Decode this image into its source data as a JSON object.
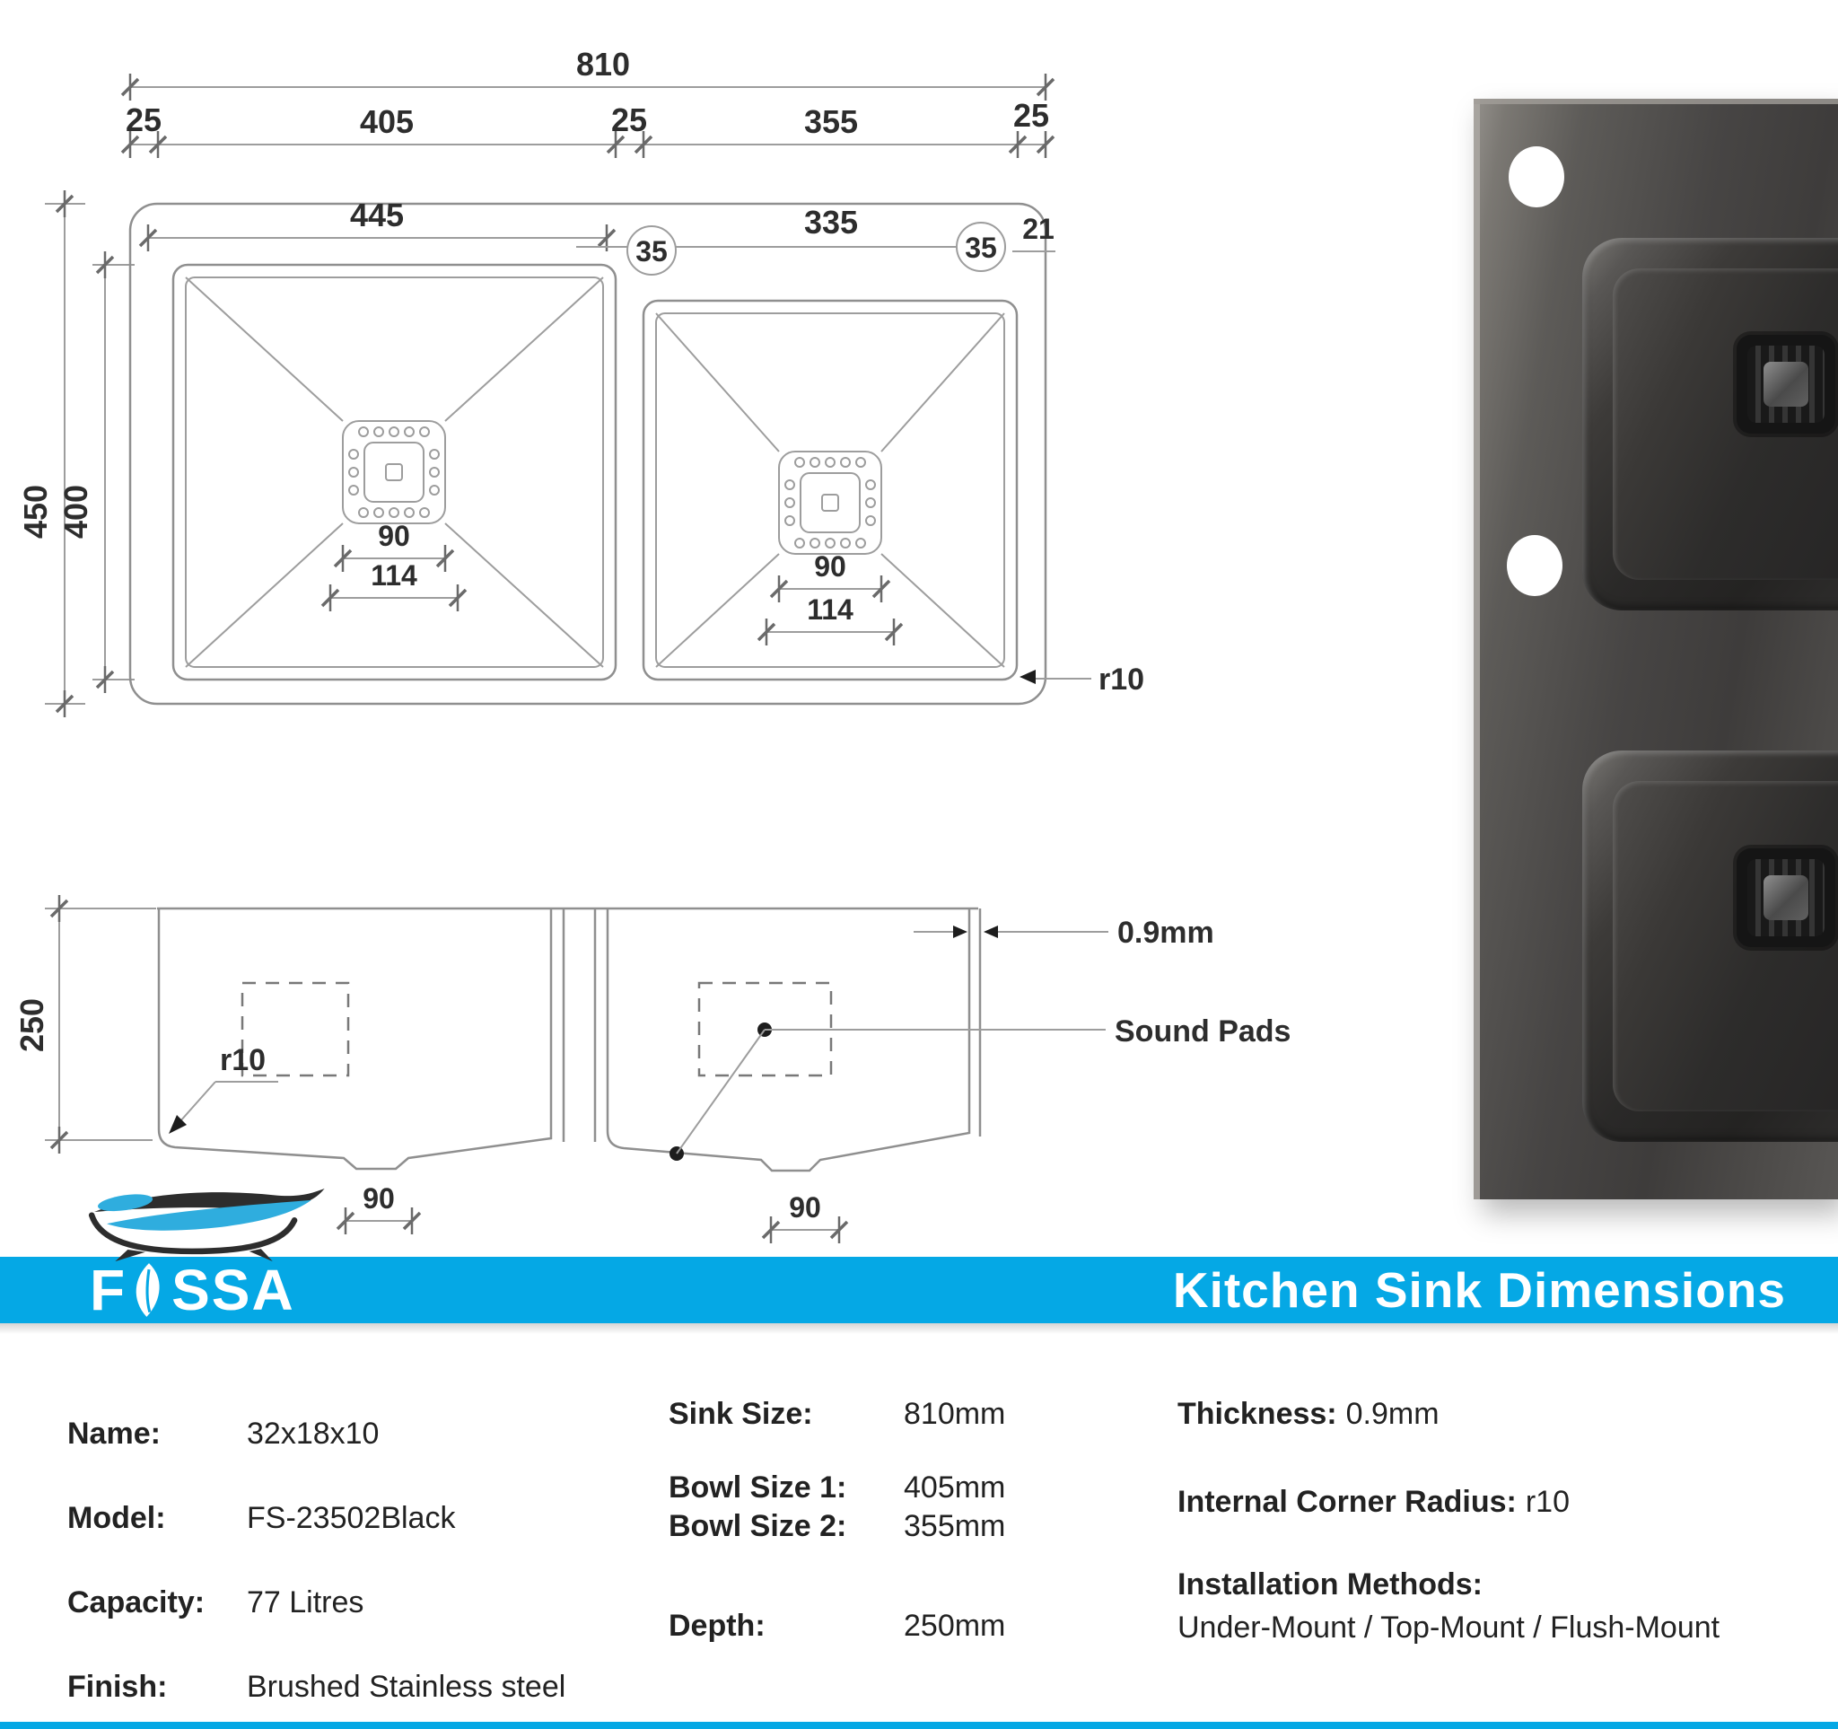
{
  "banner": {
    "wordmark_f": "F",
    "wordmark_rest": "SSA",
    "title": "Kitchen Sink Dimensions",
    "color": "#05a8e5"
  },
  "drawing": {
    "top": {
      "total": "810",
      "seg1": "25",
      "seg2": "405",
      "seg3": "25",
      "seg4": "355",
      "seg5": "25"
    },
    "left": {
      "outer": "450",
      "inner": "400"
    },
    "plan": {
      "bowl1_width": "445",
      "bowl2_width": "335",
      "corner_badge": "35",
      "edge_offset": "21",
      "drain_size": "90",
      "drain_cutout": "114",
      "radius": "r10"
    },
    "section": {
      "depth": "250",
      "radius": "r10",
      "drain_size": "90",
      "thickness": "0.9mm",
      "sound_pads": "Sound Pads"
    }
  },
  "specs": {
    "col1": [
      {
        "label": "Name:",
        "value": "32x18x10"
      },
      {
        "label": "Model:",
        "value": "FS-23502Black"
      },
      {
        "label": "Capacity:",
        "value": "77 Litres"
      },
      {
        "label": "Finish:",
        "value": "Brushed Stainless steel"
      }
    ],
    "col2": [
      {
        "label": "Sink Size:",
        "value": "810mm"
      },
      {
        "label": "Bowl Size 1:",
        "value": "405mm"
      },
      {
        "label": "Bowl Size 2:",
        "value": "355mm"
      },
      {
        "label": "Depth:",
        "value": "250mm"
      }
    ],
    "col3": {
      "thickness_label": "Thickness:",
      "thickness_value": "0.9mm",
      "radius_label": "Internal Corner Radius:",
      "radius_value": "r10",
      "install_label": "Installation Methods:",
      "install_value": "Under-Mount / Top-Mount / Flush-Mount"
    }
  }
}
